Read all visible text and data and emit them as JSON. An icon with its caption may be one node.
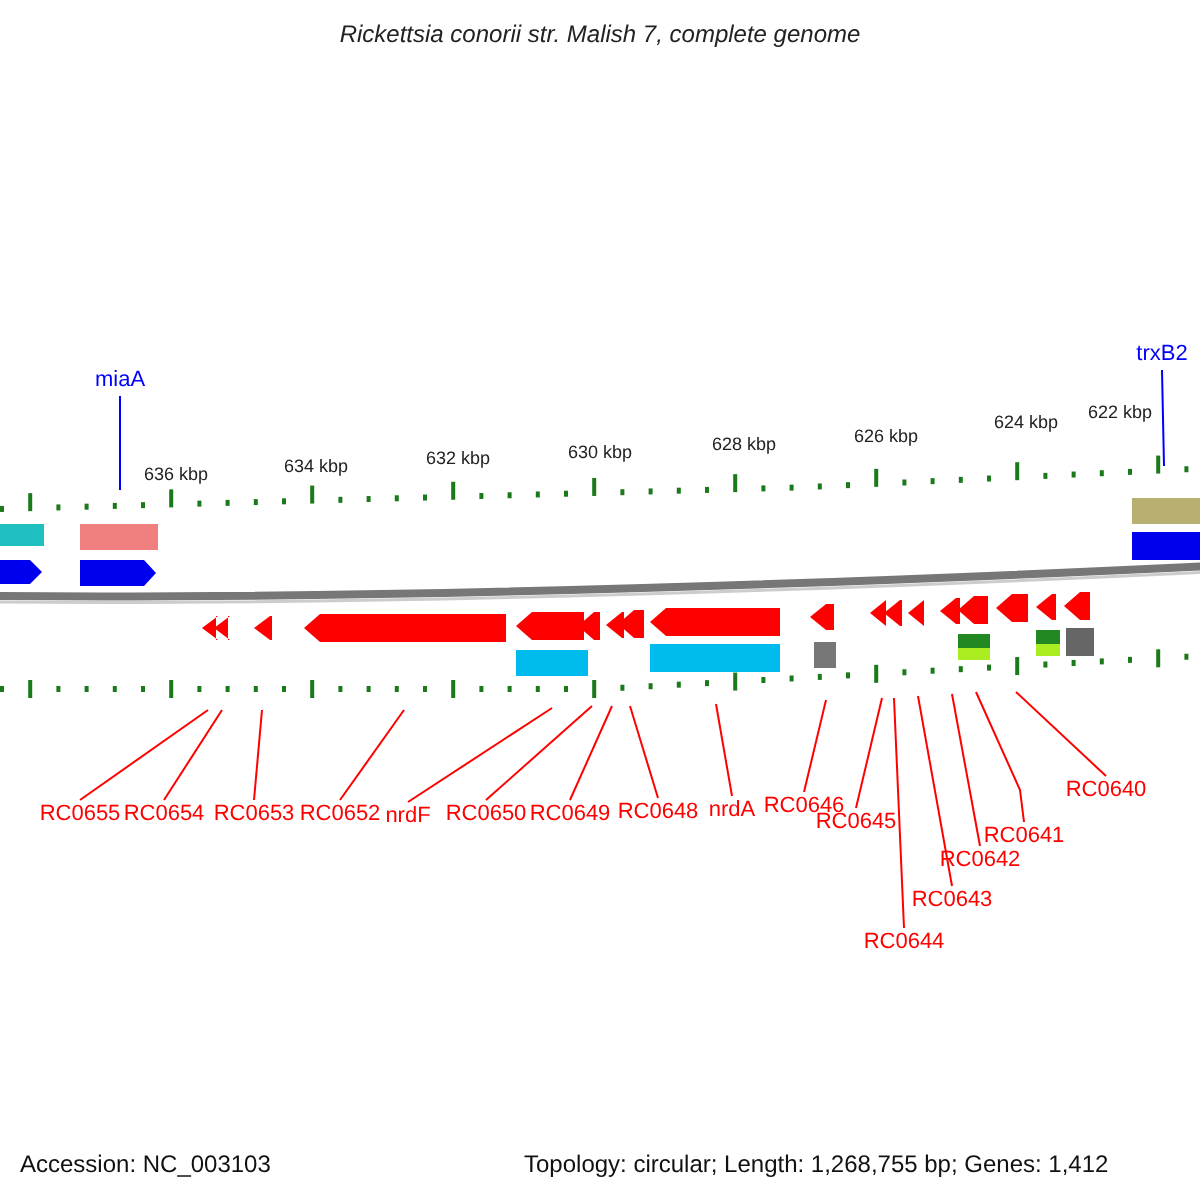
{
  "diagram": {
    "title": "Rickettsia conorii str. Malish 7, complete genome",
    "nodes": [
      {
        "text": [
          "miaA"
        ]
      },
      {
        "text": [
          "trxB2"
        ]
      },
      {
        "text": [
          "RC0655"
        ]
      },
      {
        "text": [
          "RC0654"
        ]
      },
      {
        "text": [
          "RC0653"
        ]
      },
      {
        "text": [
          "RC0652"
        ]
      },
      {
        "text": [
          "nrdF"
        ]
      },
      {
        "text": [
          "RC0650"
        ]
      },
      {
        "text": [
          "RC0649"
        ]
      },
      {
        "text": [
          "RC0648"
        ]
      },
      {
        "text": [
          "nrdA"
        ]
      },
      {
        "text": [
          "RC0646"
        ]
      },
      {
        "text": [
          "RC0645"
        ]
      },
      {
        "text": [
          "RC0644"
        ]
      },
      {
        "text": [
          "RC0643"
        ]
      },
      {
        "text": [
          "RC0642"
        ]
      },
      {
        "text": [
          "RC0641"
        ]
      },
      {
        "text": [
          "RC0640"
        ]
      }
    ],
    "edges": [
      {
        "from": 0,
        "to": null,
        "arrow": "none",
        "color": "#0000ff"
      },
      {
        "from": 1,
        "to": null,
        "arrow": "none",
        "color": "#0000ff"
      },
      {
        "from": 2,
        "to": null,
        "arrow": "none"
      },
      {
        "from": 3,
        "to": null,
        "arrow": "none"
      },
      {
        "from": 4,
        "to": null,
        "arrow": "none"
      },
      {
        "from": 5,
        "to": null,
        "arrow": "none"
      },
      {
        "from": 6,
        "to": null,
        "arrow": "none"
      },
      {
        "from": 7,
        "to": null,
        "arrow": "none"
      },
      {
        "from": 8,
        "to": null,
        "arrow": "none"
      },
      {
        "from": 9,
        "to": null,
        "arrow": "none"
      },
      {
        "from": 10,
        "to": null,
        "arrow": "none"
      },
      {
        "from": 11,
        "to": null,
        "arrow": "none"
      },
      {
        "from": 12,
        "to": null,
        "arrow": "none"
      },
      {
        "from": 13,
        "to": null,
        "arrow": "none"
      },
      {
        "from": 14,
        "to": null,
        "arrow": "none"
      },
      {
        "from": 15,
        "to": null,
        "arrow": "none"
      },
      {
        "from": 16,
        "to": null,
        "arrow": "none"
      },
      {
        "from": 17,
        "to": null,
        "arrow": "none"
      }
    ],
    "labels": [
      "636 kbp",
      "634 kbp",
      "632 kbp",
      "630 kbp",
      "628 kbp",
      "626 kbp",
      "624 kbp",
      "622 kbp",
      "Accession: NC_003103",
      "Topology: circular; Length: 1,268,755 bp; Genes: 1,412"
    ]
  }
}
